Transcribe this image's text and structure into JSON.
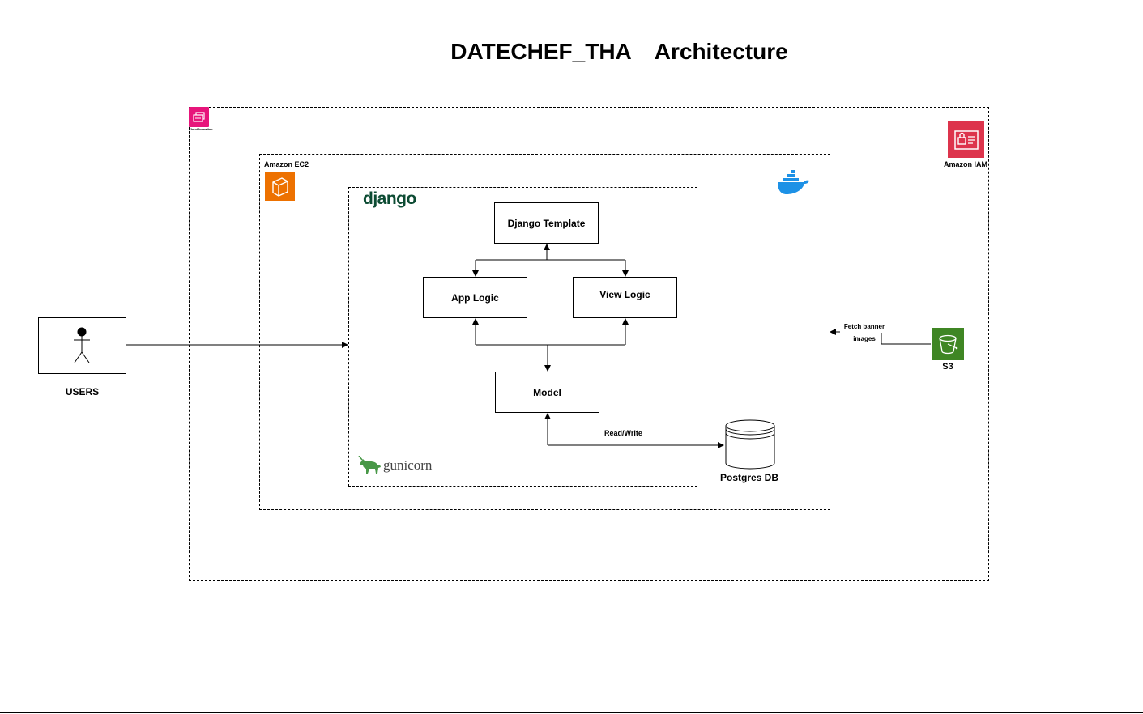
{
  "title": {
    "left": "DATECHEF_THA",
    "right": "Architecture"
  },
  "cloudformation": {
    "label": "CloudFormation",
    "icon": "cloudformation-icon"
  },
  "iam": {
    "label": "Amazon IAM",
    "icon": "iam-icon"
  },
  "ec2": {
    "label": "Amazon EC2",
    "icon": "ec2-icon"
  },
  "docker": {
    "icon": "docker-whale-icon"
  },
  "django": {
    "logo_text": "django"
  },
  "gunicorn": {
    "logo_text": "gunicorn",
    "icon": "unicorn-icon"
  },
  "components": {
    "template": "Django Template",
    "app_logic": "App Logic",
    "view_logic": "View Logic",
    "model": "Model"
  },
  "users": {
    "label": "USERS",
    "icon": "actor-icon"
  },
  "db": {
    "label": "Postgres DB",
    "icon": "database-icon"
  },
  "s3": {
    "label": "S3",
    "icon": "s3-bucket-icon"
  },
  "edges": {
    "read_write": "Read/Write",
    "fetch_line1": "Fetch banner",
    "fetch_line2": "images"
  },
  "colors": {
    "cloudformation": "#E7157B",
    "iam": "#DD344C",
    "ec2": "#ED7100",
    "s3": "#3F8624",
    "docker": "#1D91E6",
    "django": "#0C4B33",
    "gunicorn": "#499848"
  }
}
